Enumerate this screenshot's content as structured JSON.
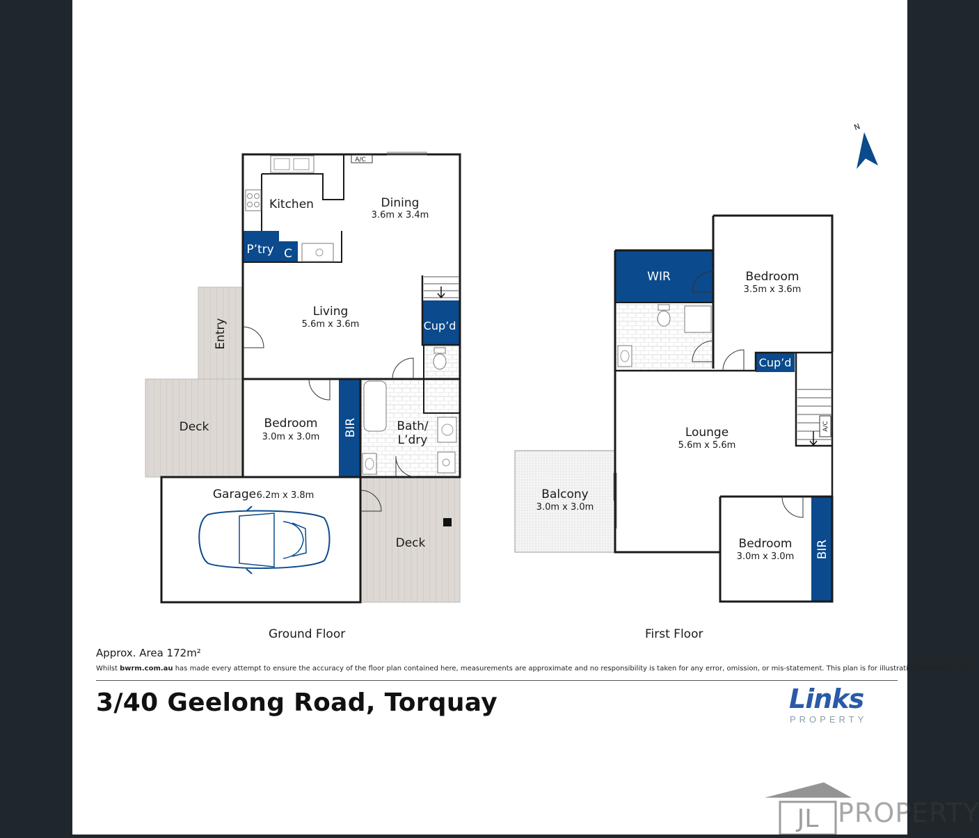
{
  "ground_floor": {
    "label": "Ground Floor",
    "kitchen": "Kitchen",
    "ac": "A/C",
    "dining": {
      "name": "Dining",
      "size": "3.6m x 3.4m"
    },
    "pantry": "P’try",
    "c": "C",
    "living": {
      "name": "Living",
      "size": "5.6m x 3.6m"
    },
    "entry": "Entry",
    "cupd": "Cup’d",
    "deck_left": "Deck",
    "bedroom": {
      "name": "Bedroom",
      "size": "3.0m x 3.0m"
    },
    "bir": "BIR",
    "bath": {
      "line1": "Bath/",
      "line2": "L’dry"
    },
    "garage": {
      "name": "Garage",
      "size": "6.2m x 3.8m"
    },
    "deck_right": "Deck"
  },
  "first_floor": {
    "label": "First Floor",
    "wir": "WIR",
    "bedroom1": {
      "name": "Bedroom",
      "size": "3.5m x 3.6m"
    },
    "cupd": "Cup’d",
    "lounge": {
      "name": "Lounge",
      "size": "5.6m x 5.6m"
    },
    "ac": "A/C",
    "balcony": {
      "name": "Balcony",
      "size": "3.0m x 3.0m"
    },
    "bedroom2": {
      "name": "Bedroom",
      "size": "3.0m x 3.0m"
    },
    "bir": "BIR"
  },
  "north": "N",
  "area": "Approx. Area 172m²",
  "disclaimer": {
    "prefix": "Whilst ",
    "site": "bwrm.com.au",
    "rest": " has made every attempt to ensure the accuracy of the floor plan contained here, measurements are approximate and no responsibility is taken for any error, omission, or mis-statement. This plan is for illustrative purposes only."
  },
  "address": "3/40 Geelong Road, Torquay",
  "logo": {
    "word": "Links",
    "sub": "PROPERTY"
  },
  "watermark": {
    "initials": "JL",
    "text": "PROPERTY"
  },
  "colors": {
    "accent_blue": "#0b4a8c",
    "wall": "#1a1a1a",
    "deck": "#ddd8d3",
    "background": "#1f272d"
  }
}
